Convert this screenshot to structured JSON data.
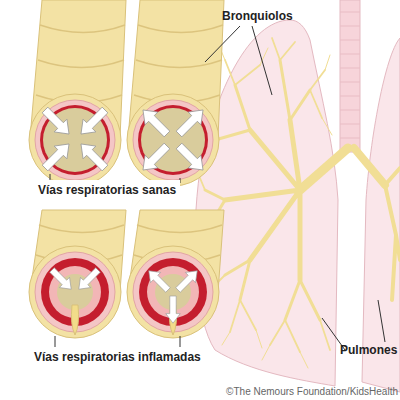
{
  "diagram": {
    "labels": [
      "Bronquiolos",
      "Vías respiratorias sanas",
      "Vías respiratorias inflamadas",
      "Pulmones",
      "©The Nemours Foundation/KidsHealth"
    ]
  }
}
